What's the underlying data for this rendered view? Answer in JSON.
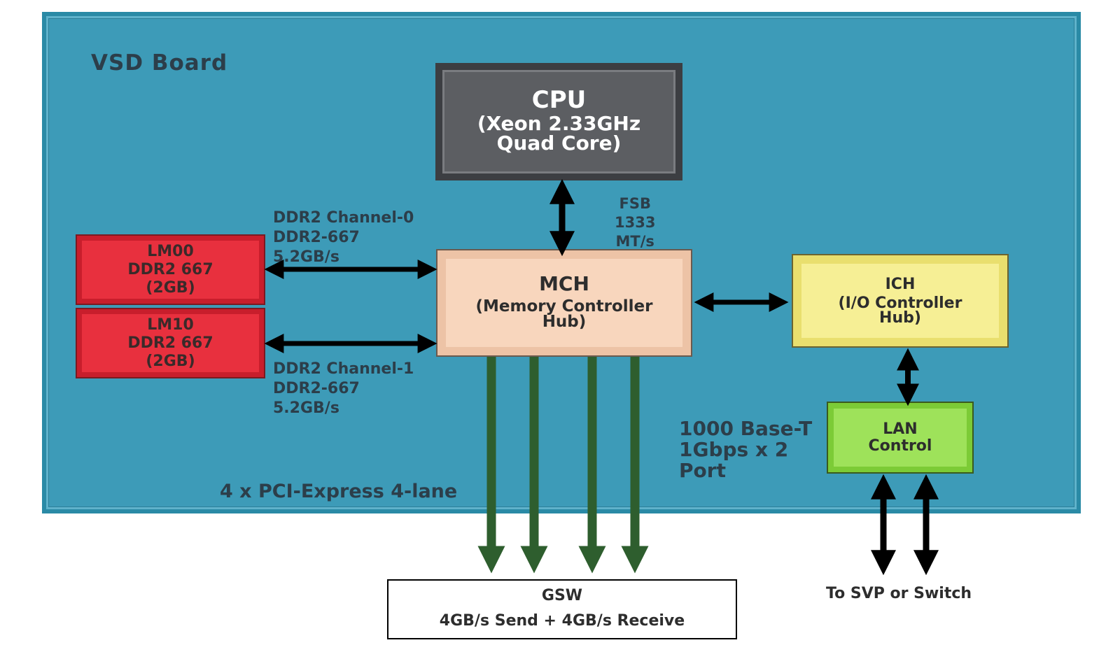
{
  "board": {
    "title": "VSD Board"
  },
  "cpu": {
    "title": "CPU",
    "line1": "(Xeon 2.33GHz",
    "line2": "Quad Core)"
  },
  "mch": {
    "title": "MCH",
    "line1": "(Memory Controller",
    "line2": "Hub)"
  },
  "ich": {
    "title": "ICH",
    "line1": "(I/O Controller",
    "line2": "Hub)"
  },
  "lan": {
    "line1": "LAN",
    "line2": "Control"
  },
  "memory": [
    {
      "line1": "LM00",
      "line2": "DDR2 667",
      "line3": "(2GB)"
    },
    {
      "line1": "LM10",
      "line2": "DDR2 667",
      "line3": "(2GB)"
    }
  ],
  "channel0": {
    "line1": "DDR2 Channel-0",
    "line2": "DDR2-667",
    "line3": "5.2GB/s"
  },
  "channel1": {
    "line1": "DDR2 Channel-1",
    "line2": "DDR2-667",
    "line3": "5.2GB/s"
  },
  "fsb": {
    "line1": "FSB",
    "line2": "1333",
    "line3": "MT/s"
  },
  "ethernet": {
    "line1": "1000 Base-T",
    "line2": "1Gbps x 2",
    "line3": "Port"
  },
  "pcie": {
    "label": "4 x PCI-Express 4-lane"
  },
  "gsw": {
    "title": "GSW",
    "subtitle": "4GB/s Send + 4GB/s Receive"
  },
  "external": {
    "label": "To SVP or Switch"
  },
  "colors": {
    "board": "#3d9bb8",
    "cpu": "#5c5e62",
    "mch": "#f8d6bd",
    "ich": "#f6ef95",
    "lan": "#9ee25a",
    "memory": "#e8303e",
    "pcie_arrow": "#2e5e2e"
  }
}
